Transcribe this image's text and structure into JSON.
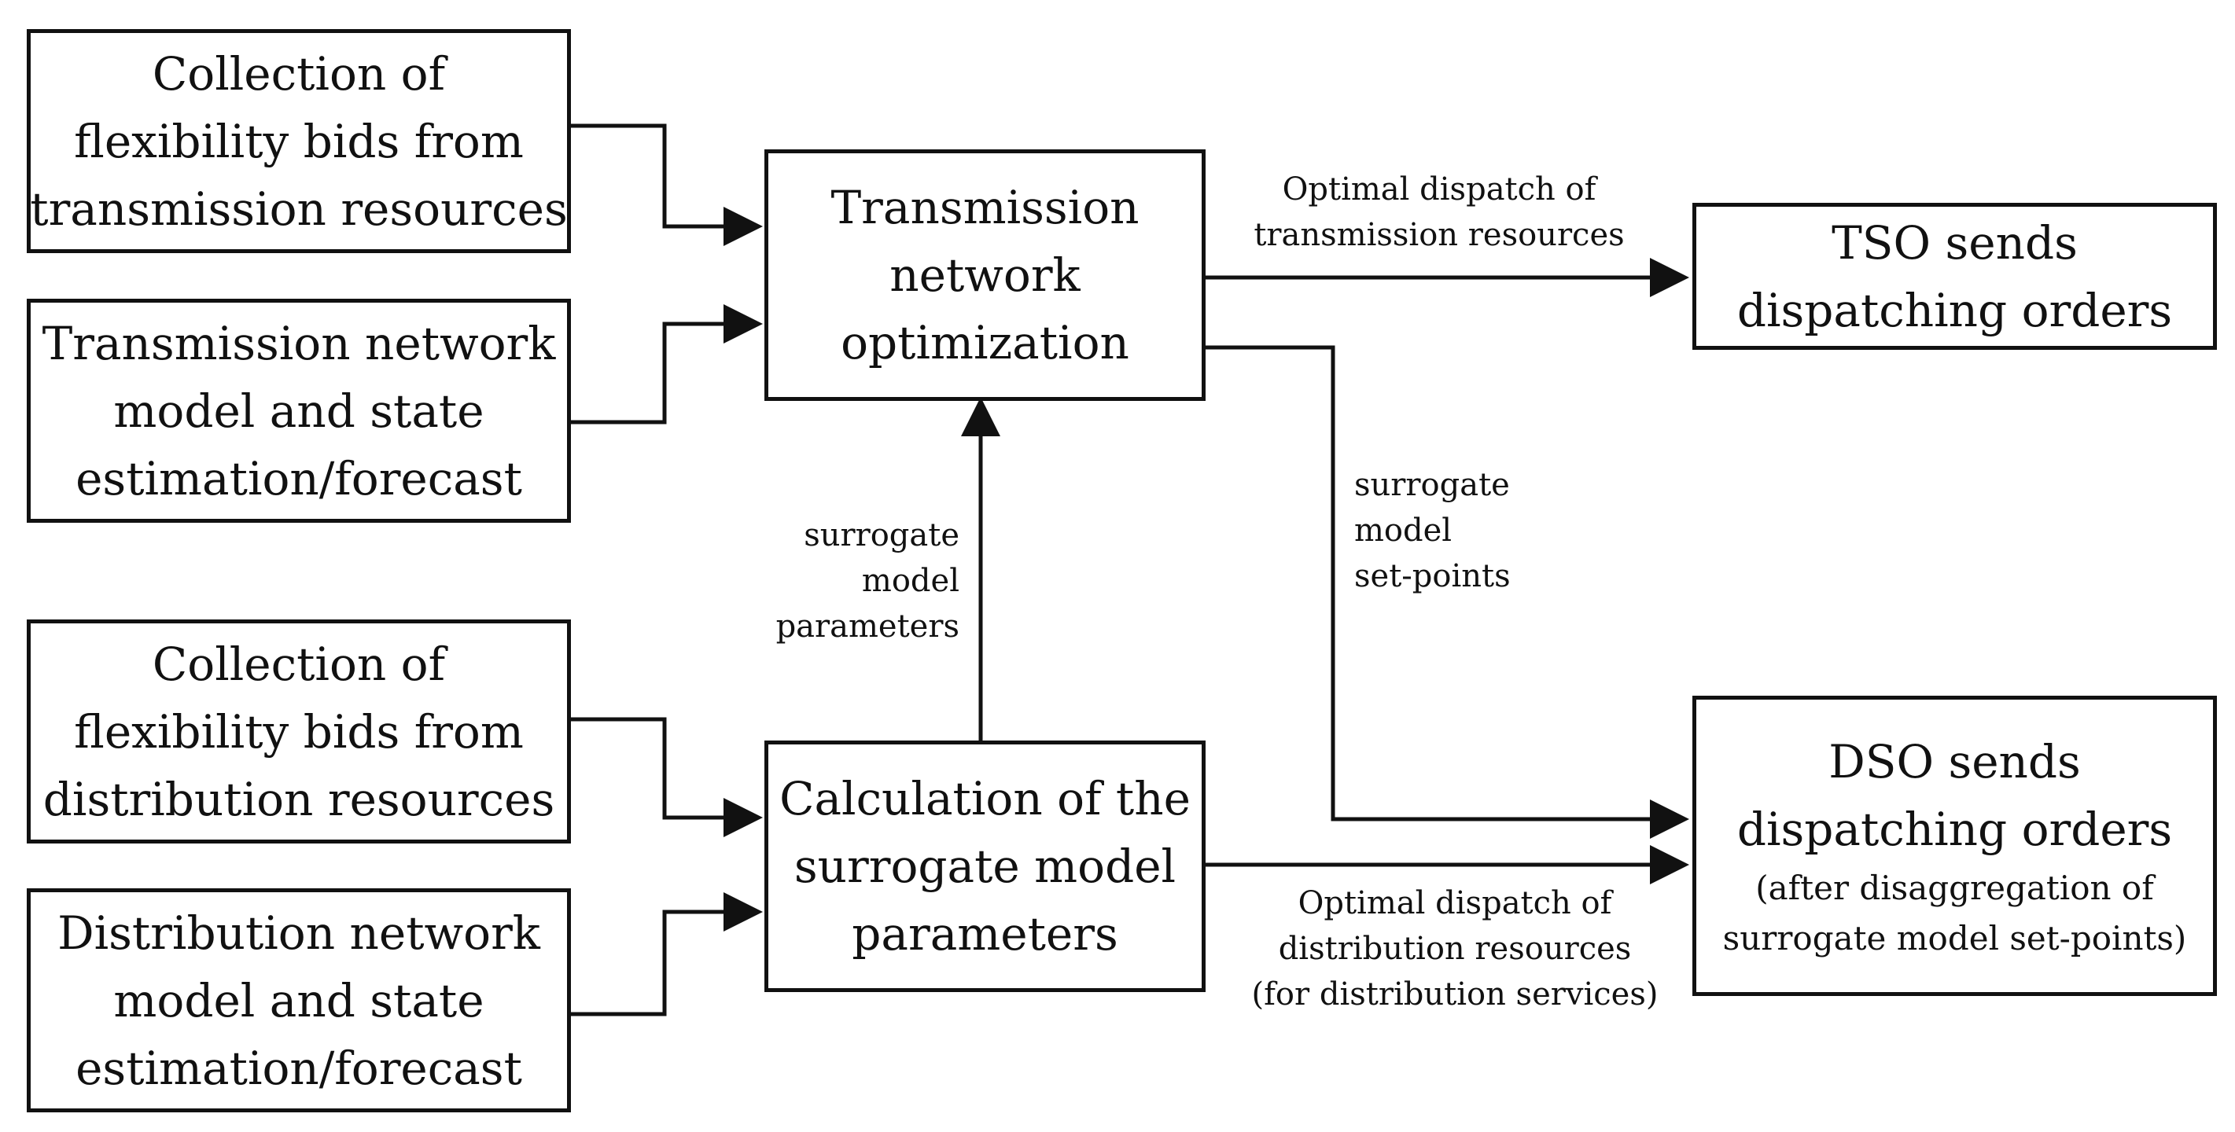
{
  "inputs": {
    "transmission_bids": [
      "Collection of",
      "flexibility bids from",
      "transmission resources"
    ],
    "transmission_model": [
      "Transmission network",
      "model and state",
      "estimation/forecast"
    ],
    "distribution_bids": [
      "Collection of",
      "flexibility bids from",
      "distribution resources"
    ],
    "distribution_model": [
      "Distribution network",
      "model and state",
      "estimation/forecast"
    ]
  },
  "process": {
    "transmission_optimization": [
      "Transmission",
      "network",
      "optimization"
    ],
    "surrogate_calculation": [
      "Calculation of the",
      "surrogate model",
      "parameters"
    ]
  },
  "outputs": {
    "tso": [
      "TSO sends",
      "dispatching orders"
    ],
    "dso": [
      "DSO sends",
      "dispatching orders"
    ],
    "dso_note": [
      "(after disaggregation of",
      "surrogate model set-points)"
    ]
  },
  "flow_labels": {
    "transmission_dispatch": [
      "Optimal dispatch of",
      "transmission resources"
    ],
    "surrogate_parameters": [
      "surrogate",
      "model",
      "parameters"
    ],
    "surrogate_setpoints": [
      "surrogate",
      "model",
      "set-points"
    ],
    "distribution_dispatch": [
      "Optimal dispatch of",
      "distribution resources",
      "(for distribution services)"
    ]
  }
}
